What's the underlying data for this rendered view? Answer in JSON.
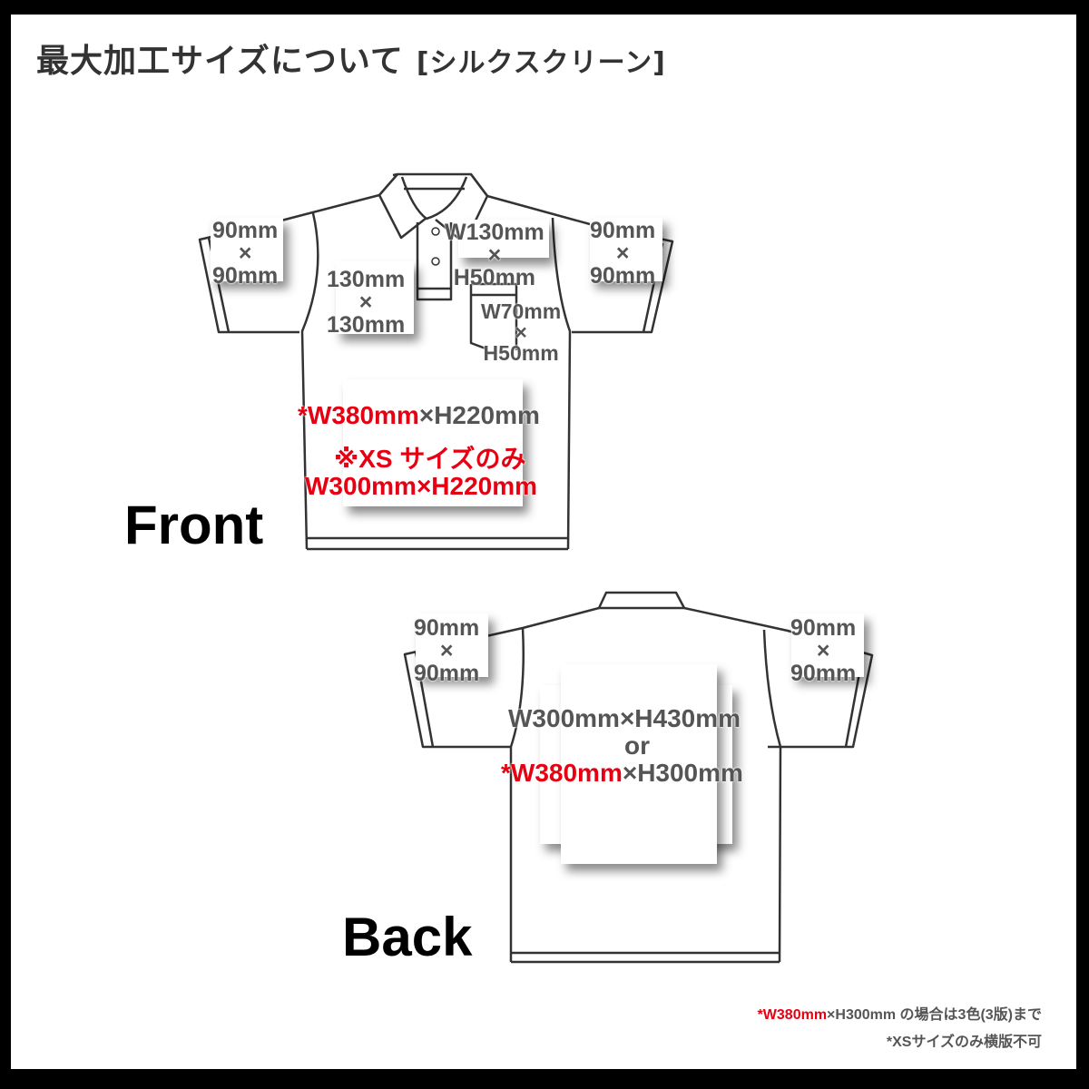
{
  "header": {
    "title": "最大加工サイズについて",
    "subtitle": "[シルクスクリーン]"
  },
  "front": {
    "view_label": "Front",
    "left_sleeve": {
      "line1": "90mm",
      "times": "×",
      "line2": "90mm"
    },
    "right_sleeve": {
      "line1": "90mm",
      "times": "×",
      "line2": "90mm"
    },
    "left_chest": {
      "line1": "130mm",
      "times": "×",
      "line2": "130mm"
    },
    "right_chest": {
      "line1": "W130mm",
      "times": "×",
      "line2": "H50mm"
    },
    "pocket": {
      "line1": "W70mm",
      "times": "×",
      "line2": "H50mm"
    },
    "body": {
      "asterisk": "*",
      "width_red": "W380mm",
      "rest": "×H220mm",
      "xs_note": "※XS サイズのみ",
      "xs_size": "W300mm×H220mm"
    }
  },
  "back": {
    "view_label": "Back",
    "left_sleeve": {
      "line1": "90mm",
      "times": "×",
      "line2": "90mm"
    },
    "right_sleeve": {
      "line1": "90mm",
      "times": "×",
      "line2": "90mm"
    },
    "body": {
      "option1": "W300mm×H430mm",
      "or": "or",
      "asterisk": "*",
      "width_red": "W380mm",
      "rest": "×H300mm"
    }
  },
  "footnotes": {
    "note1_red": "*W380mm",
    "note1_rest": "×H300mm の場合は3色(3版)まで",
    "note2": "*XSサイズのみ横版不可"
  },
  "colors": {
    "accent_red": "#e60012",
    "label_gray": "#555555",
    "line": "#333333",
    "frame": "#000000"
  }
}
